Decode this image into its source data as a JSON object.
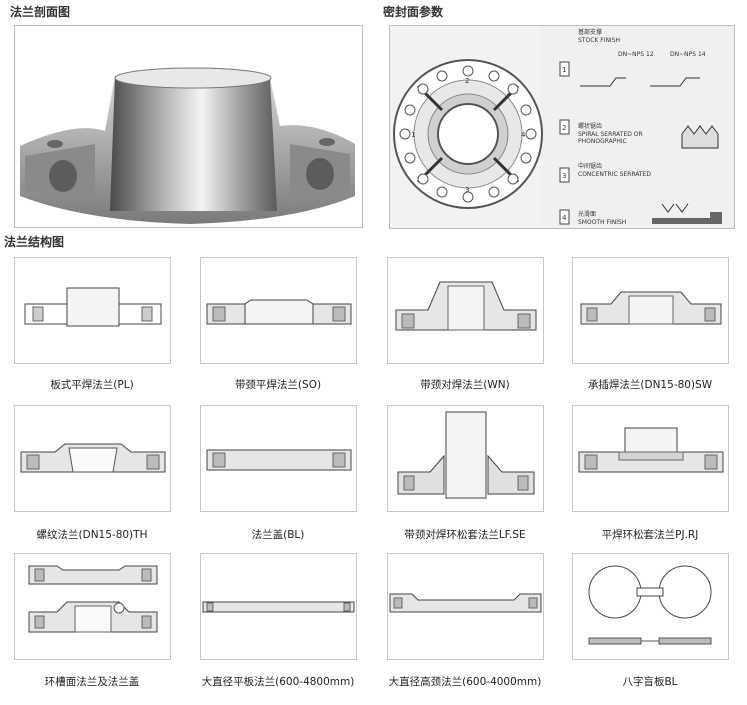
{
  "sections": {
    "cross_section": "法兰剖面图",
    "sealing": "密封面参数",
    "structure": "法兰结构图"
  },
  "sealing_diagram": {
    "row1_cn": "基部支撑",
    "row1_en": "STOCK FINISH",
    "dn_nps_a": "DN~NPS 12",
    "dn_nps_b": "DN~NPS 14",
    "row2_cn": "螺状锯齿",
    "row2_en1": "SPIRAL SERRATED OR",
    "row2_en2": "PHONOGRAPHIC",
    "row3_cn": "中间锯齿",
    "row3_en": "CONCENTRIC SERRATED",
    "row4_cn": "光滑面",
    "row4_en": "SMOOTH FINISH",
    "numbers": [
      "1",
      "2",
      "3",
      "4"
    ]
  },
  "captions": [
    "板式平焊法兰(PL)",
    "带颈平焊法兰(SO)",
    "带颈对焊法兰(WN)",
    "承插焊法兰(DN15-80)SW",
    "螺纹法兰(DN15-80)TH",
    "法兰盖(BL)",
    "带颈对焊环松套法兰LF.SE",
    "平焊环松套法兰PJ.RJ",
    "环槽面法兰及法兰盖",
    "大直径平板法兰(600-4800mm)",
    "大直径高颈法兰(600-4000mm)",
    "八字盲板BL"
  ]
}
